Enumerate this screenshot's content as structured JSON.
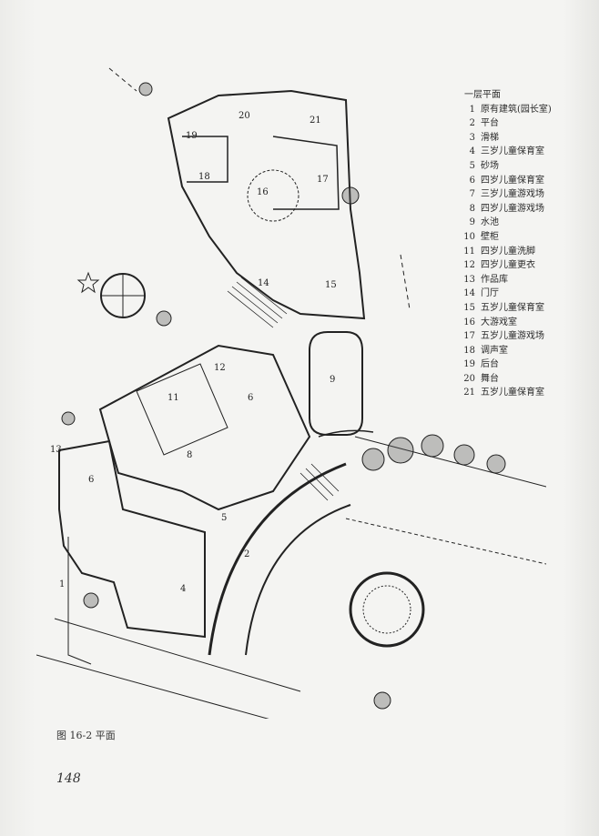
{
  "legend": {
    "title": "一层平面",
    "items": [
      {
        "n": "1",
        "label": "原有建筑(园长室)"
      },
      {
        "n": "2",
        "label": "平台"
      },
      {
        "n": "3",
        "label": "滑梯"
      },
      {
        "n": "4",
        "label": "三岁儿童保育室"
      },
      {
        "n": "5",
        "label": "砂场"
      },
      {
        "n": "6",
        "label": "四岁儿童保育室"
      },
      {
        "n": "7",
        "label": "三岁儿童游戏场"
      },
      {
        "n": "8",
        "label": "四岁儿童游戏场"
      },
      {
        "n": "9",
        "label": "水池"
      },
      {
        "n": "10",
        "label": "壁柜"
      },
      {
        "n": "11",
        "label": "四岁儿童洗脚"
      },
      {
        "n": "12",
        "label": "四岁儿童更衣"
      },
      {
        "n": "13",
        "label": "作品库"
      },
      {
        "n": "14",
        "label": "门厅"
      },
      {
        "n": "15",
        "label": "五岁儿童保育室"
      },
      {
        "n": "16",
        "label": "大游戏室"
      },
      {
        "n": "17",
        "label": "五岁儿童游戏场"
      },
      {
        "n": "18",
        "label": "调声室"
      },
      {
        "n": "19",
        "label": "后台"
      },
      {
        "n": "20",
        "label": "舞台"
      },
      {
        "n": "21",
        "label": "五岁儿童保育室"
      }
    ]
  },
  "plan_labels": {
    "l1": "1",
    "l2": "2",
    "l4": "4",
    "l5": "5",
    "l6a": "6",
    "l6b": "6",
    "l8": "8",
    "l9": "9",
    "l11": "11",
    "l12": "12",
    "l13": "13",
    "l14": "14",
    "l15": "15",
    "l16": "16",
    "l17": "17",
    "l18": "18",
    "l19": "19",
    "l20": "20",
    "l21": "21"
  },
  "caption": "图 16-2   平面",
  "page_number": "148"
}
